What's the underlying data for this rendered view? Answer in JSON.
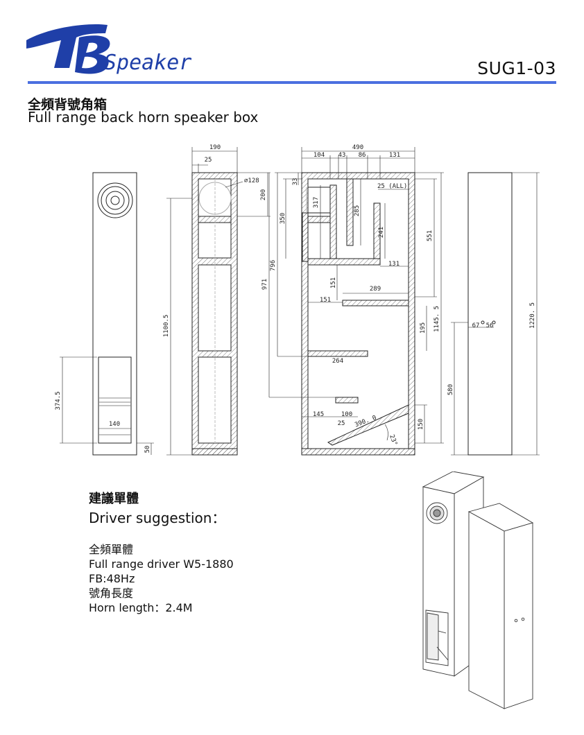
{
  "brand": {
    "logo_mark": "TB",
    "logo_word": "Speaker"
  },
  "model": "SUG1-03",
  "title": {
    "cn": "全頻背號角箱",
    "en": "Full range back horn speaker box"
  },
  "dims": {
    "front": {
      "h_port": "374.5",
      "w_port": "140",
      "base": "50"
    },
    "side": {
      "width": "190",
      "board": "25",
      "driver_dia": "⌀128",
      "driver_offset": "200",
      "height": "1100.5"
    },
    "section": {
      "width": "490",
      "w104": "104",
      "w43": "43",
      "w86": "86",
      "w131_top": "131",
      "h33": "33",
      "h317": "317",
      "h350": "350",
      "h285": "285",
      "h241": "241",
      "all25": "25 (ALL)",
      "h551": "551",
      "w131": "131",
      "h796": "796",
      "h971": "971",
      "h151": "151",
      "w289": "289",
      "w151": "151",
      "h1145": "1145. 5",
      "h195": "195",
      "w264": "264",
      "w145": "145",
      "w100": "100",
      "w25": "25",
      "l390": "390. 0",
      "angle": "23°",
      "h150": "150"
    },
    "rear": {
      "h580": "580",
      "w67": "67",
      "w56": "56",
      "h1220": "1220. 5"
    }
  },
  "suggestion": {
    "heading_cn": "建議單體",
    "heading_en": "Driver suggestion：",
    "lines": [
      "全頻單體",
      "Full range driver  W5-1880",
      "FB:48Hz",
      "號角長度",
      "Horn length：2.4M"
    ]
  },
  "colors": {
    "rule": "#4b6fe0",
    "logo": "#1f3fa8"
  }
}
